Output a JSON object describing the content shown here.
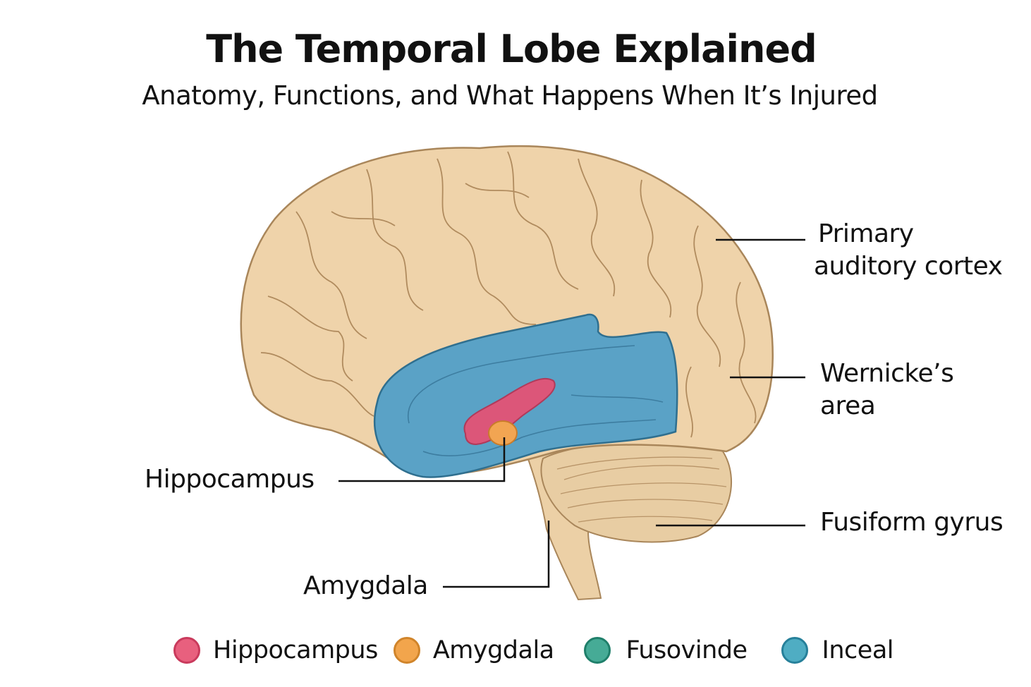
{
  "title": "The Temporal Lobe Explained",
  "subtitle": "Anatomy, Functions, and What Happens When It’s Injured",
  "labels": {
    "primary_auditory_line1": "Primary",
    "primary_auditory_line2": "auditory cortex",
    "wernicke_line1": "Wernicke’s",
    "wernicke_line2": "area",
    "hippocampus": "Hippocampus",
    "fusiform": "Fusiform gyrus",
    "amygdala": "Amygdala"
  },
  "legend": [
    {
      "label": "Hippocampus",
      "color": "#e8607e"
    },
    {
      "label": "Amygdala",
      "color": "#f2a54c"
    },
    {
      "label": "Fusovinde",
      "color": "#46ab96"
    },
    {
      "label": "Inceal",
      "color": "#4fadc3"
    }
  ],
  "colors": {
    "brain": "#efd3aa",
    "brain_outline": "#a9865a",
    "temporal_lobe": "#5aa2c6",
    "hippocampus": "#dc5679",
    "amygdala": "#f2a552"
  }
}
